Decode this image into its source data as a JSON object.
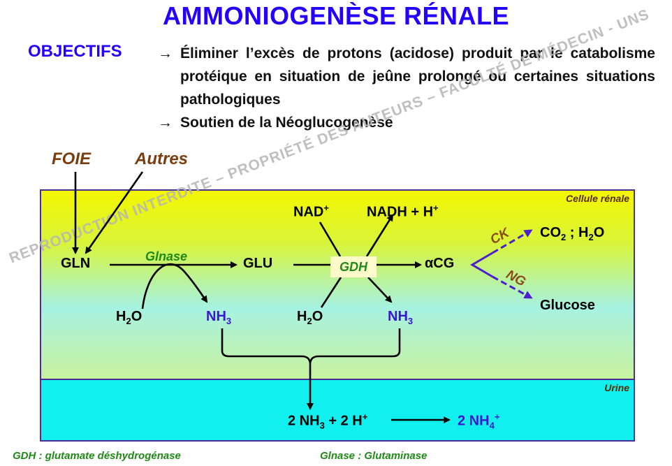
{
  "title": "AMMONIOGENÈSE RÉNALE",
  "objectifs": {
    "label": "OBJECTIFS",
    "arrow": "→",
    "item1": "Éliminer l’excès de protons (acidose) produit par le catabolisme protéique en situation de jeûne prolongé ou certaines situations pathologiques",
    "item2": "Soutien de la Néoglucogenèse"
  },
  "watermark": "REPRODUCTION INTERDITE – PROPRIÉTÉ DES AUTEURS – FACULTÉ DE MÉDECIN - UNS",
  "sources": {
    "foie": "FOIE",
    "autres": "Autres"
  },
  "compartments": {
    "cell": "Cellule rénale",
    "urine": "Urine"
  },
  "nodes": {
    "gln": "GLN",
    "glnase": "Glnase",
    "glu": "GLU",
    "gdh": "GDH",
    "acg": "αCG",
    "h2o_base": "H",
    "h2o_sub": "2",
    "h2o_tail": "O",
    "nh3_base": "NH",
    "nh3_sub": "3",
    "nad_base": "NAD",
    "nad_sup": "+",
    "nadh_base": "NADH + H",
    "nadh_sup": "+",
    "ck": "CK",
    "ng": "NG",
    "co2_base": "CO",
    "co2_sub": "2",
    "co2_tail": " ;  H",
    "co2_h2o_sub": "2",
    "co2_h2o_tail": "O",
    "glucose": "Glucose",
    "urine_left_a": "2 NH",
    "urine_left_sub": "3",
    "urine_left_b": " + 2 H",
    "urine_left_sup": "+",
    "urine_right_a": "2 NH",
    "urine_right_sub": "4",
    "urine_right_sup": "+"
  },
  "legend": {
    "gdh": "GDH : glutamate déshydrogénase",
    "glnase": "Glnase : Glutaminase"
  },
  "colors": {
    "title": "#2400ff",
    "brown": "#7a3d10",
    "green": "#1f8a16",
    "purple_arrow": "#4b1ed0"
  }
}
